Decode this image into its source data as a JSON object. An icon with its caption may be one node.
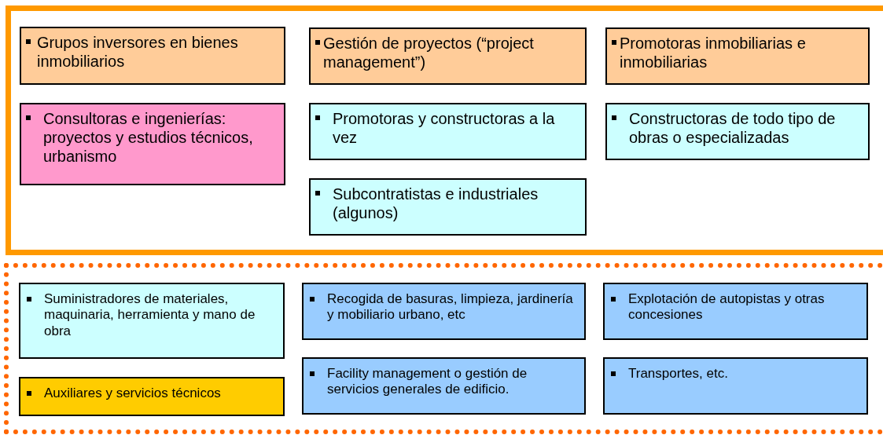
{
  "diagram": {
    "nodes": [
      {
        "text": [],
        "shape": "box"
      },
      {
        "text": [
          "Grupos inversores en bienes inmobiliarios"
        ],
        "in": 0
      },
      {
        "text": [
          "Gestión de proyectos (“project management”)"
        ],
        "in": 0
      },
      {
        "text": [
          "Promotoras inmobiliarias e inmobiliarias"
        ],
        "in": 0
      },
      {
        "text": [
          "Consultoras e ingenierías: proyectos y estudios técnicos, urbanismo"
        ],
        "in": 0
      },
      {
        "text": [
          "Promotoras y constructoras a la vez"
        ],
        "in": 0
      },
      {
        "text": [
          "Constructoras de todo tipo de obras o especializadas"
        ],
        "in": 0
      },
      {
        "text": [
          "Subcontratistas e industriales (algunos)"
        ],
        "in": 0
      },
      {
        "text": [],
        "shape": "box"
      },
      {
        "text": [
          "Suministradores de materiales, maquinaria, herramienta y mano de obra"
        ],
        "in": 8
      },
      {
        "text": [
          "Recogida de basuras, limpieza, jardinería y mobiliario urbano, etc"
        ],
        "in": 8
      },
      {
        "text": [
          "Explotación de autopistas y otras concesiones"
        ],
        "in": 8
      },
      {
        "text": [
          "Auxiliares y servicios técnicos"
        ],
        "in": 8
      },
      {
        "text": [
          "Facility management o gestión de servicios generales de edificio."
        ],
        "in": 8
      },
      {
        "text": [
          "Transportes, etc."
        ],
        "in": 8
      }
    ]
  }
}
